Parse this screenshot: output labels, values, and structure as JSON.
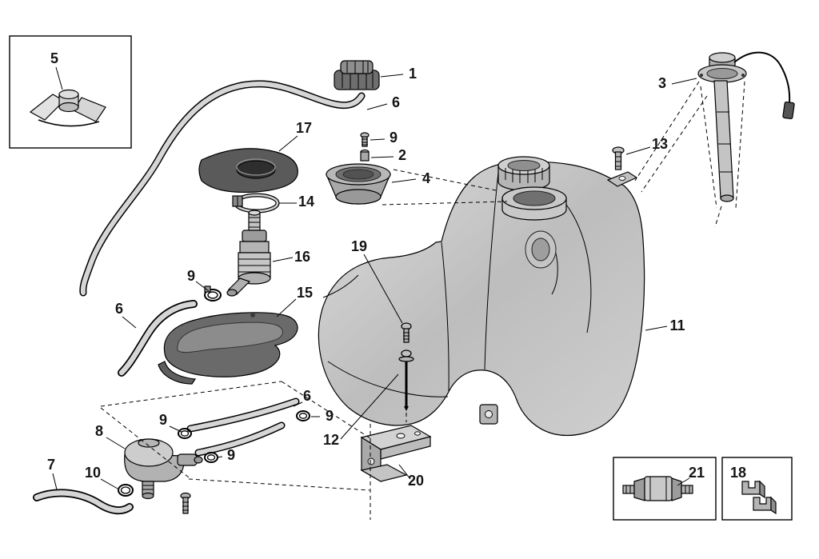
{
  "figure_type": "exploded-parts-diagram",
  "subject": "fuel-tank-assembly",
  "colors": {
    "background": "#ffffff",
    "outline": "#000000",
    "part_light": "#d2d2d2",
    "part_mid": "#b5b5b5",
    "part_dark": "#6a6a6a",
    "hose": "#d6d6d6"
  },
  "callouts": [
    {
      "label": "5",
      "target": "mount-bracket"
    },
    {
      "label": "1",
      "target": "fuel-cap"
    },
    {
      "label": "6",
      "target": "vent-hose-top"
    },
    {
      "label": "9",
      "target": "screw-small-top"
    },
    {
      "label": "2",
      "target": "fitting"
    },
    {
      "label": "17",
      "target": "rubber-boot"
    },
    {
      "label": "4",
      "target": "filler-seal"
    },
    {
      "label": "14",
      "target": "hose-clamp-large"
    },
    {
      "label": "3",
      "target": "fuel-level-sender"
    },
    {
      "label": "13",
      "target": "sender-screw"
    },
    {
      "label": "16",
      "target": "fuel-valve"
    },
    {
      "label": "9",
      "target": "clamp-mid"
    },
    {
      "label": "15",
      "target": "valve-housing"
    },
    {
      "label": "6",
      "target": "hose-left"
    },
    {
      "label": "19",
      "target": "screw-upper"
    },
    {
      "label": "11",
      "target": "fuel-tank"
    },
    {
      "label": "6",
      "target": "hose-bottom"
    },
    {
      "label": "9",
      "target": "clamp-bottom-right"
    },
    {
      "label": "9",
      "target": "clamp-bottom-left"
    },
    {
      "label": "9",
      "target": "clamp-bottom-lower"
    },
    {
      "label": "8",
      "target": "fuel-tap"
    },
    {
      "label": "12",
      "target": "screw-long"
    },
    {
      "label": "10",
      "target": "clamp-tap"
    },
    {
      "label": "7",
      "target": "hose-lower-left"
    },
    {
      "label": "20",
      "target": "support-bracket"
    },
    {
      "label": "21",
      "target": "fuel-filter"
    },
    {
      "label": "18",
      "target": "retainer-clips"
    }
  ]
}
